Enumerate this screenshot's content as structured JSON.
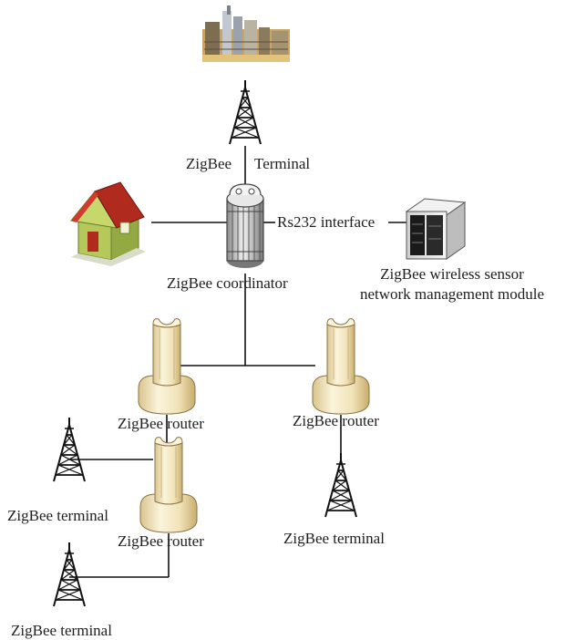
{
  "labels": {
    "zigbee_top": "ZigBee",
    "terminal_top": "Terminal",
    "rs232": "Rs232 interface",
    "coordinator": "ZigBee coordinator",
    "module_line1": "ZigBee wireless sensor",
    "module_line2": "network management module",
    "router_left": "ZigBee router",
    "router_right": "ZigBee router",
    "router_bottom": "ZigBee router",
    "terminal_left_mid": "ZigBee terminal",
    "terminal_right": "ZigBee terminal",
    "terminal_bottom": "ZigBee terminal"
  },
  "icons": {
    "factory": "factory-icon",
    "house": "house-icon",
    "server": "server-cabinet-icon",
    "coordinator": "coordinator-device-icon",
    "router": "router-device-icon",
    "tower": "antenna-tower-icon"
  },
  "colors": {
    "line": "#111111",
    "house_wall": "#b5c95a",
    "house_roof": "#b02a1e",
    "router_body": "#f3e8c6",
    "router_shadow": "#c9b27a"
  }
}
